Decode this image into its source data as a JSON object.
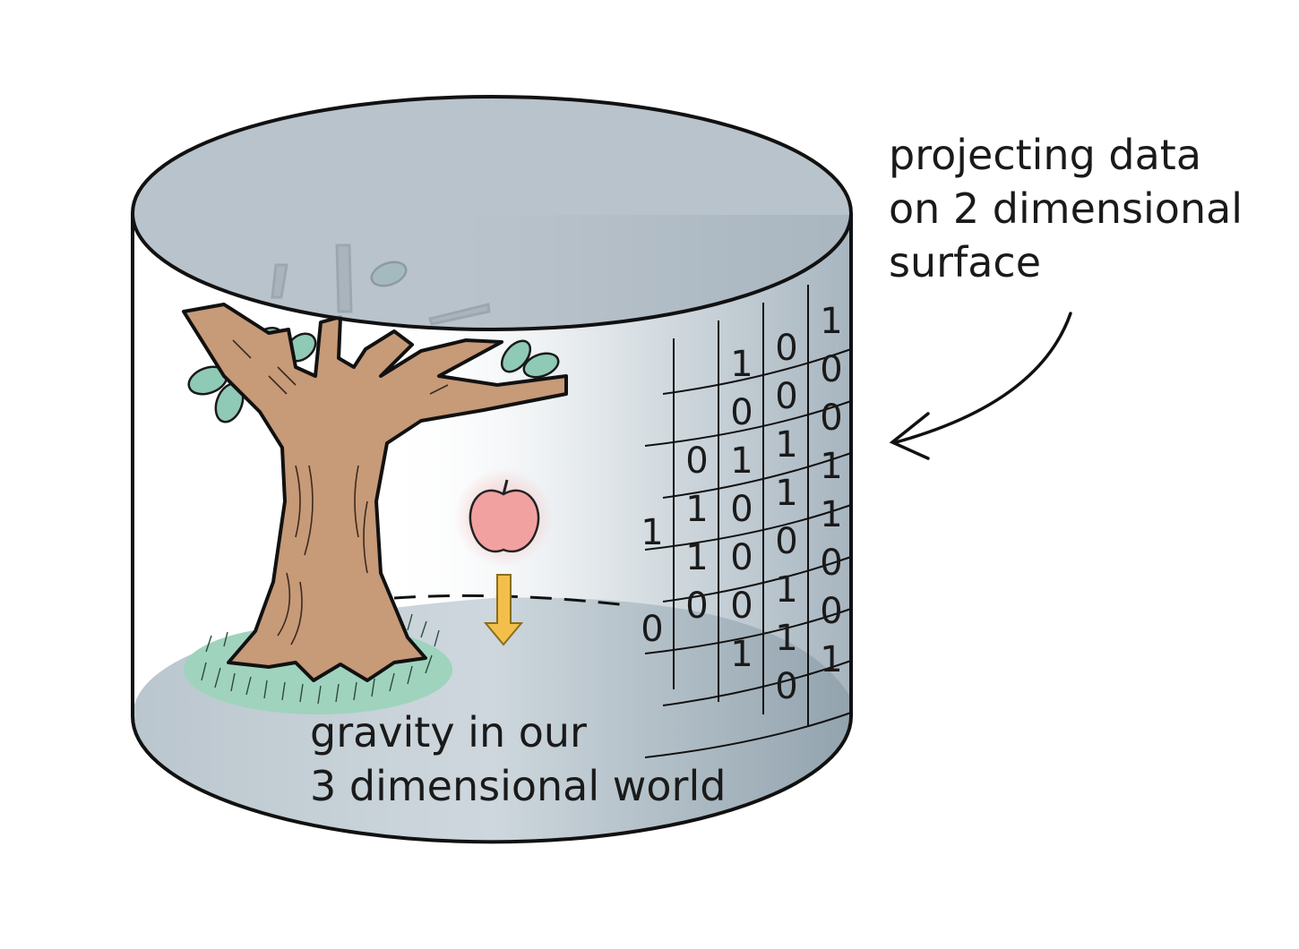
{
  "annotation": {
    "lines": [
      "projecting data",
      "on 2 dimensional",
      "surface"
    ]
  },
  "caption": {
    "lines": [
      "gravity in our",
      "3 dimensional world"
    ]
  },
  "binary_grid": {
    "columns": [
      [
        "",
        "",
        "1",
        "",
        "0",
        "",
        ""
      ],
      [
        "",
        "",
        "0",
        "1",
        "1",
        "0",
        "",
        ""
      ],
      [
        "1",
        "0",
        "1",
        "0",
        "0",
        "0",
        "1",
        ""
      ],
      [
        "0",
        "0",
        "1",
        "1",
        "0",
        "1",
        "1",
        "0"
      ],
      [
        "1",
        "0",
        "0",
        "1",
        "1",
        "0",
        "0",
        "1"
      ]
    ]
  },
  "icons": [
    "tree-icon",
    "apple-icon",
    "down-arrow-icon",
    "curved-arrow-icon",
    "grass-icon"
  ],
  "colors": {
    "cylinder_top": "#a9b6bf",
    "cylinder_body": "#b8c4cc",
    "trunk": "#c79a78",
    "leaves": "#8fcab6",
    "apple": "#f2a1a1",
    "arrow": "#f2c04a",
    "grass": "#9fd3bd"
  }
}
